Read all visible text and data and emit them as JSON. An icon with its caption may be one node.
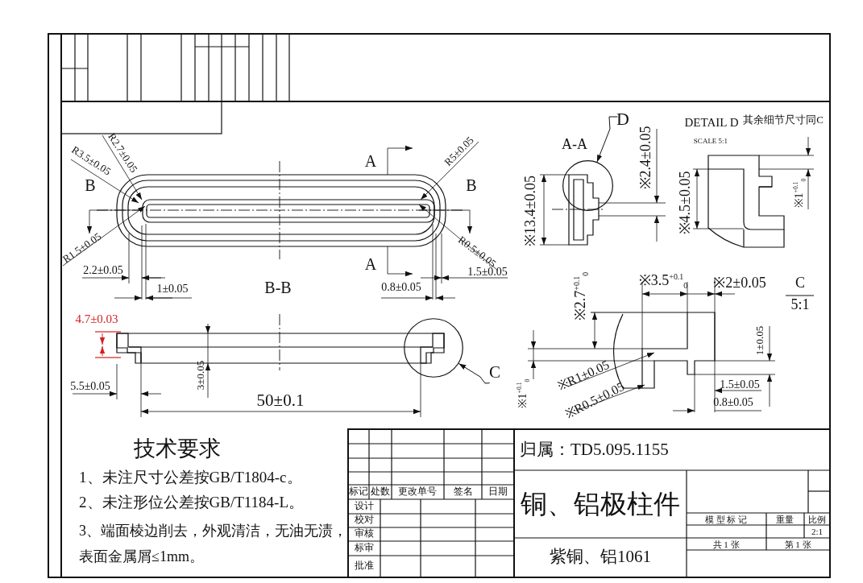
{
  "diagram": {
    "nodes": [
      {
        "text": [
          "D"
        ]
      },
      {
        "text": [],
        "shape": "circle"
      },
      {
        "text": [
          "C"
        ]
      },
      {
        "text": [],
        "shape": "circle"
      }
    ],
    "edges": [
      {
        "from": 0,
        "to": 1,
        "arrow": "to"
      },
      {
        "from": 2,
        "to": 3,
        "arrow": "to"
      }
    ],
    "labels": [
      "A",
      "B",
      "B",
      "A",
      "R2.7±0.05",
      "R3.5±0.05",
      "R5±0.05",
      "R1.5±0.05",
      "R0.5±0.05",
      "2.2±0.05",
      "1.5±0.05",
      "1±0.05",
      "B-B",
      "0.8±0.05",
      "4.7±0.03",
      "3±0.05",
      "5.5±0.05",
      "50±0.1",
      "A-A",
      "※13.4±0.05",
      "※2.4±0.05",
      "DETAIL D",
      "其余细节尺寸同C",
      "SCALE 5:1",
      "※4.5±0.05",
      "※1$^{+0.1}$$_{0}$",
      "※2.7$^{+0.1}$$_{0}$",
      "※3.5$^{+0.1}$$_{0}$",
      "※2±0.05",
      "C",
      "5:1",
      "1±0.05",
      "※R1±0.05",
      "※R0.5±0.05",
      "1.5±0.05",
      "0.8±0.05",
      "※1$^{+0.1}$$_{0}$",
      "技术要求",
      "1、未注尺寸公差按GB/T1804-c。",
      "2、未注形位公差按GB/T1184-L。",
      "3、端面棱边削去，外观清洁，无油无渍，表面金属屑≤1mm。",
      "标记",
      "处数",
      "更改单号",
      "签名",
      "日期",
      "设计",
      "校对",
      "审核",
      "标审",
      "批准",
      "归属：TD5.095.1155",
      "铜、铝极柱件",
      "紫铜、铝1061",
      "模 型 标 记",
      "重量",
      "比例",
      "2:1",
      "共 1 张",
      "第 1 张"
    ]
  }
}
